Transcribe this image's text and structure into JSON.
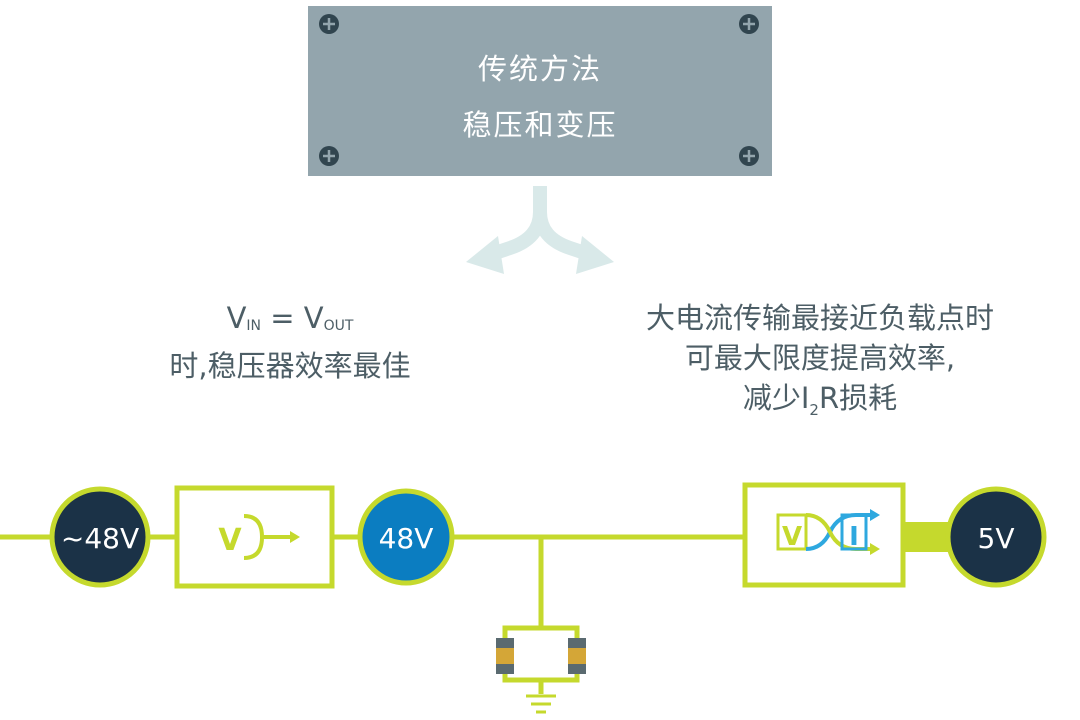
{
  "panel": {
    "line1": "传统方法",
    "line2": "稳压和变压"
  },
  "left_note": {
    "v": "V",
    "sub_in": "IN",
    "eq": " = ",
    "sub_out": "OUT",
    "line2": "时,稳压器效率最佳"
  },
  "right_note": {
    "line1": "大电流传输最接近负载点时",
    "line2": "可最大限度提高效率,",
    "line3_pre": "减少I",
    "line3_sub": "2",
    "line3_post": "R损耗"
  },
  "nodes": {
    "input": "~48V",
    "bus": "48V",
    "output": "5V"
  },
  "blocks": {
    "regulator_letter": "V",
    "converter_letter_v": "V",
    "converter_letter_i": "I"
  },
  "colors": {
    "panel": "#93a5ad",
    "line": "#c5d92d",
    "dark_node": "#1b3247",
    "blue_node": "#0b7dc1",
    "arrow": "#d9e9e9",
    "cyan": "#2ea8df",
    "capacitor_gold": "#d4a637",
    "capacitor_gray": "#5a6a70",
    "text": "#4d5e66"
  },
  "icons": [
    "screw-icon",
    "split-arrow-icon",
    "regulator-icon",
    "converter-icon",
    "capacitor-icon",
    "ground-icon"
  ]
}
